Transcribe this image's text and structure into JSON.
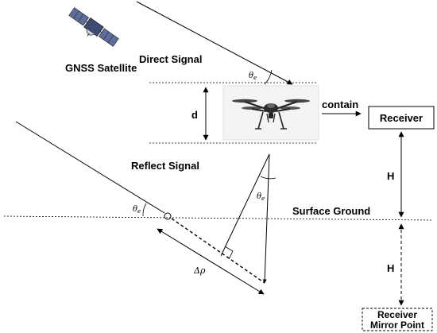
{
  "labels": {
    "gnss_satellite": "GNSS Satellite",
    "direct_signal": "Direct Signal",
    "reflect_signal": "Reflect Signal",
    "contain": "contain",
    "receiver": "Receiver",
    "d": "d",
    "h_upper": "H",
    "h_lower": "H",
    "surface_ground": "Surface Ground",
    "mirror_line1": "Receiver",
    "mirror_line2": "Mirror Point",
    "theta_direct": "θe",
    "theta_reflect_left": "θe",
    "theta_reflect_mid": "θe",
    "delta_rho": "Δρ"
  },
  "icons": {
    "satellite": "satellite-icon",
    "drone": "drone-icon"
  },
  "colors": {
    "satellite_body": "#3d4a73",
    "satellite_panel": "#5e6d9a"
  }
}
